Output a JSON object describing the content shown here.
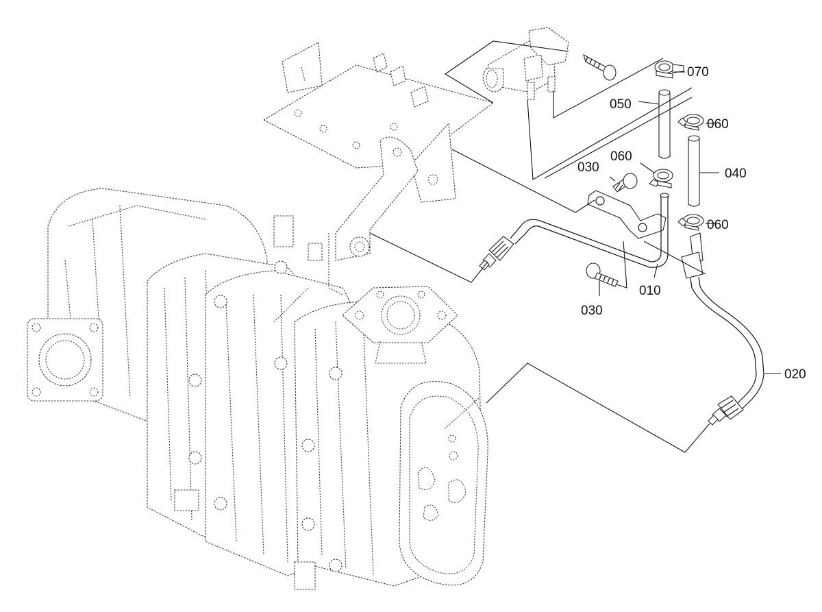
{
  "labels": {
    "p010": "010",
    "p020": "020",
    "p030_upper": "030",
    "p030_lower": "030",
    "p040": "040",
    "p050": "050",
    "p060_left": "060",
    "p060_right_upper": "060",
    "p060_right_lower": "060",
    "p070": "070"
  }
}
